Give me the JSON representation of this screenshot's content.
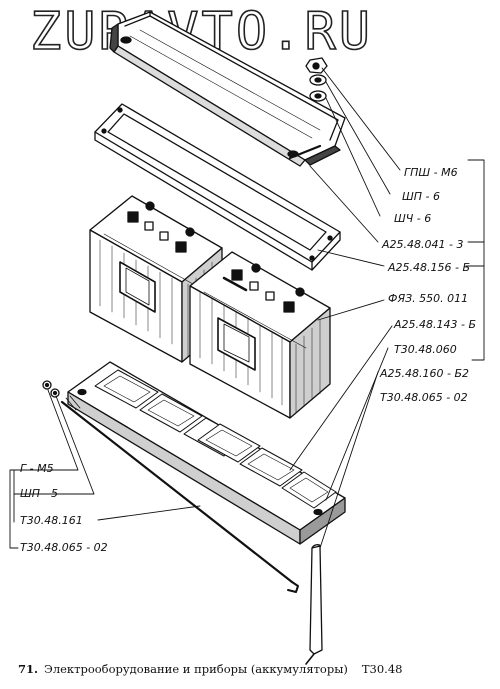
{
  "watermark": "ZURAVTO.RU",
  "labels": {
    "gpsh_m6": "ГПШ - М6",
    "shp_6": "ШП - 6",
    "shch_6": "ШЧ - 6",
    "a25_48_041_3": "А25.48.041 - 3",
    "a25_48_156_b": "А25.48.156 - Б",
    "fyaz_550_011": "ФЯЗ. 550. 011",
    "a25_48_143_b": "А25.48.143 - Б",
    "t30_48_060": "Т30.48.060",
    "a25_48_160_b2": "А25.48.160 - Б2",
    "t30_48_065_02_right": "Т30.48.065 - 02",
    "g_m5": "Г - М5",
    "shp_5": "ШП - 5",
    "t30_48_161": "Т30.48.161",
    "t30_48_065_02_left": "Т30.48.065 - 02"
  },
  "caption": {
    "number": "71.",
    "text": "Электрооборудование и приборы (аккумуляторы)",
    "code": "Т30.48"
  }
}
